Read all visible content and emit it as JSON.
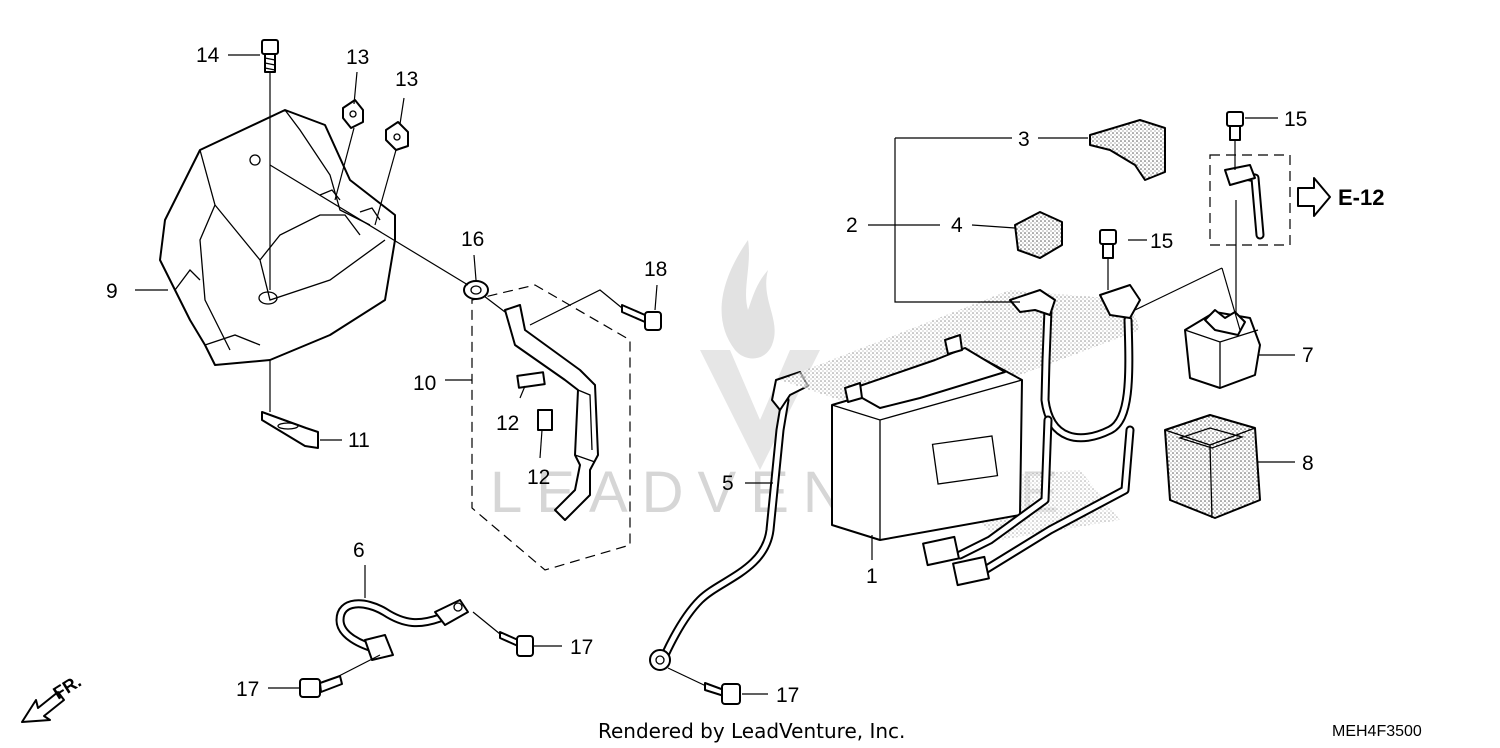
{
  "watermark": "LEADVENTURE",
  "callouts": [
    {
      "id": "c1",
      "label": "1"
    },
    {
      "id": "c2",
      "label": "2"
    },
    {
      "id": "c3",
      "label": "3"
    },
    {
      "id": "c4",
      "label": "4"
    },
    {
      "id": "c5",
      "label": "5"
    },
    {
      "id": "c6",
      "label": "6"
    },
    {
      "id": "c7",
      "label": "7"
    },
    {
      "id": "c8",
      "label": "8"
    },
    {
      "id": "c9",
      "label": "9"
    },
    {
      "id": "c10",
      "label": "10"
    },
    {
      "id": "c11",
      "label": "11"
    },
    {
      "id": "c12a",
      "label": "12"
    },
    {
      "id": "c12b",
      "label": "12"
    },
    {
      "id": "c13a",
      "label": "13"
    },
    {
      "id": "c13b",
      "label": "13"
    },
    {
      "id": "c14",
      "label": "14"
    },
    {
      "id": "c15a",
      "label": "15"
    },
    {
      "id": "c15b",
      "label": "15"
    },
    {
      "id": "c16",
      "label": "16"
    },
    {
      "id": "c17a",
      "label": "17"
    },
    {
      "id": "c17b",
      "label": "17"
    },
    {
      "id": "c17c",
      "label": "17"
    },
    {
      "id": "c18",
      "label": "18"
    }
  ],
  "reference": "E-12",
  "direction_label": "FR.",
  "footer": "Rendered by LeadVenture, Inc.",
  "diagram_code": "MEH4F3500"
}
